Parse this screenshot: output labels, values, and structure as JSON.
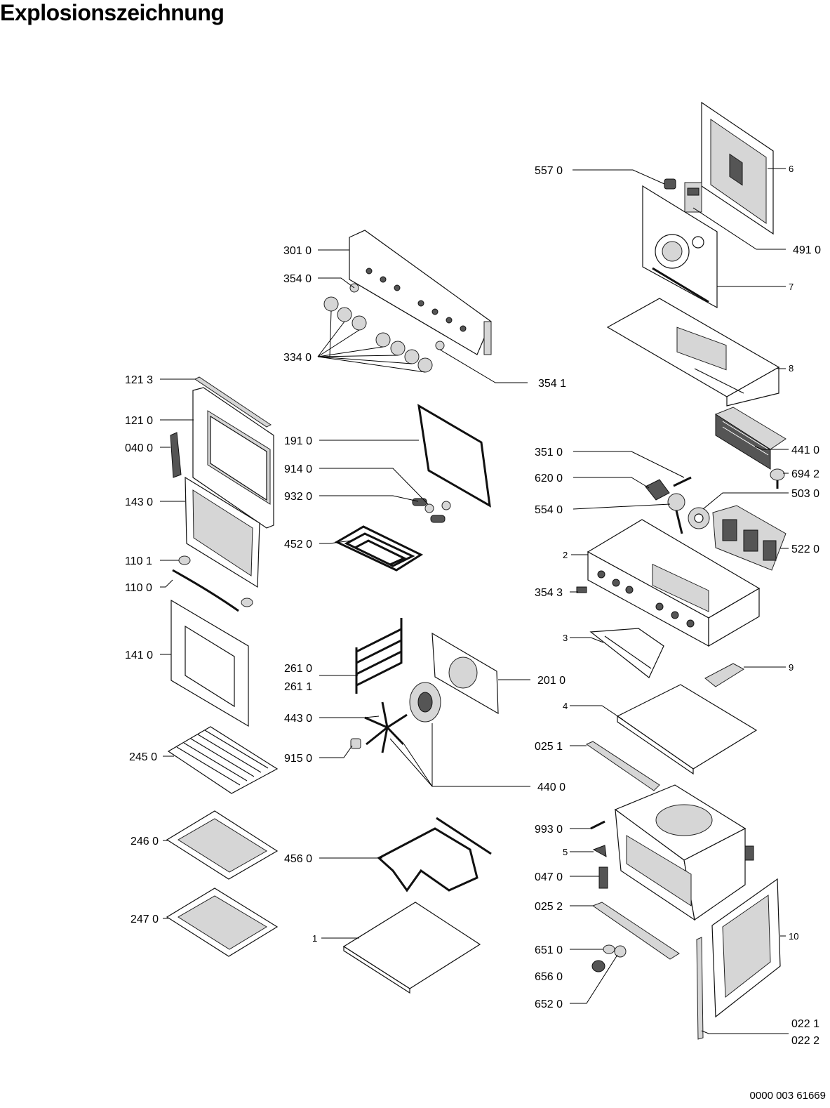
{
  "title": "Explosionszeichnung",
  "document_number": "0000 003 61669",
  "labels": {
    "p5570": "557 0",
    "p6": "6",
    "p4910": "491 0",
    "p3010": "301 0",
    "p3540": "354 0",
    "p7": "7",
    "p8": "8",
    "p3340": "334 0",
    "p3541": "354 1",
    "p1213": "121 3",
    "p1210": "121 0",
    "p4410": "441 0",
    "p1910": "191 0",
    "p0400": "040 0",
    "p3510": "351 0",
    "p6942": "694 2",
    "p9140": "914 0",
    "p6200": "620 0",
    "p5030": "503 0",
    "p9320": "932 0",
    "p1430": "143 0",
    "p5540": "554 0",
    "p5220": "522 0",
    "p4520": "452 0",
    "p2": "2",
    "p1101": "110 1",
    "p1100": "110 0",
    "p3543": "354 3",
    "p3": "3",
    "p1410": "141 0",
    "p2610": "261 0",
    "p9": "9",
    "p2611": "261 1",
    "p2010": "201 0",
    "p4": "4",
    "p4430": "443 0",
    "p0251": "025 1",
    "p2450": "245 0",
    "p9150": "915 0",
    "p4400": "440 0",
    "p9930": "993 0",
    "p2460": "246 0",
    "p5": "5",
    "p4560": "456 0",
    "p0470": "047 0",
    "p0252": "025 2",
    "p2470": "247 0",
    "p1": "1",
    "p10": "10",
    "p6510": "651 0",
    "p6560": "656 0",
    "p6520": "652 0",
    "p0221": "022 1",
    "p0222": "022 2"
  }
}
